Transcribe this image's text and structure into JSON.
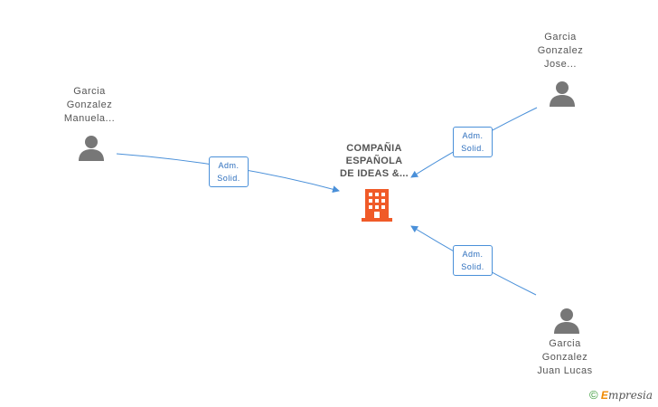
{
  "company": {
    "name_lines": [
      "COMPAÑIA",
      "ESPAÑOLA",
      "DE IDEAS &..."
    ],
    "icon": "building-icon",
    "color": "#f05a28"
  },
  "people": [
    {
      "id": "manuela",
      "name_lines": [
        "Garcia",
        "Gonzalez",
        "Manuela..."
      ],
      "icon": "person-icon"
    },
    {
      "id": "jose",
      "name_lines": [
        "Garcia",
        "Gonzalez",
        "Jose..."
      ],
      "icon": "person-icon"
    },
    {
      "id": "juan-lucas",
      "name_lines": [
        "Garcia",
        "Gonzalez",
        "Juan Lucas"
      ],
      "icon": "person-icon"
    }
  ],
  "relations": [
    {
      "from": "manuela",
      "role_lines": [
        "Adm.",
        "Solid."
      ]
    },
    {
      "from": "jose",
      "role_lines": [
        "Adm.",
        "Solid."
      ]
    },
    {
      "from": "juan-lucas",
      "role_lines": [
        "Adm.",
        "Solid."
      ]
    }
  ],
  "colors": {
    "edge": "#4a90d9",
    "person": "#777777",
    "text": "#555555"
  },
  "footer": {
    "copyright_symbol": "©",
    "brand_initial": "E",
    "brand_rest": "mpresia"
  }
}
